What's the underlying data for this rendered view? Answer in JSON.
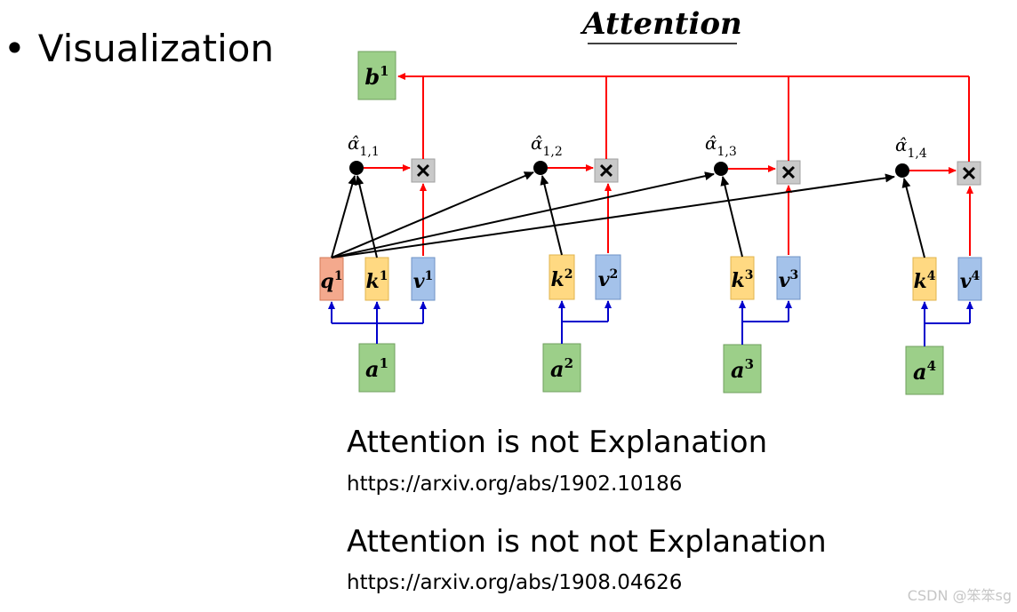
{
  "bullet": "Visualization",
  "diagram": {
    "title": "Attention",
    "output_label": "b",
    "output_sup": "1",
    "query": {
      "label": "q",
      "sup": "1"
    },
    "positions": [
      {
        "index": "1",
        "key": "k",
        "value": "v",
        "input": "a",
        "alpha_sub": "1,1"
      },
      {
        "index": "2",
        "key": "k",
        "value": "v",
        "input": "a",
        "alpha_sub": "1,2"
      },
      {
        "index": "3",
        "key": "k",
        "value": "v",
        "input": "a",
        "alpha_sub": "1,3"
      },
      {
        "index": "4",
        "key": "k",
        "value": "v",
        "input": "a",
        "alpha_sub": "1,4"
      }
    ],
    "alpha_symbol": "α̂",
    "multiply_symbol": "✕",
    "colors": {
      "input_fill": "#9ccf89",
      "input_stroke": "#6f9f5e",
      "key_fill": "#ffd982",
      "key_stroke": "#e0b44e",
      "value_fill": "#a4c2ea",
      "value_stroke": "#6f93c6",
      "query_fill": "#f4a98d",
      "query_stroke": "#d37a58",
      "mult_fill": "#c9c9c9",
      "red_arrow": "#ff0000",
      "blue_arrow": "#0000cc",
      "black_arrow": "#000000"
    }
  },
  "references": [
    {
      "title": "Attention is not Explanation",
      "url": "https://arxiv.org/abs/1902.10186"
    },
    {
      "title": "Attention is not not Explanation",
      "url": "https://arxiv.org/abs/1908.04626"
    }
  ],
  "watermark": "CSDN @笨笨sg"
}
